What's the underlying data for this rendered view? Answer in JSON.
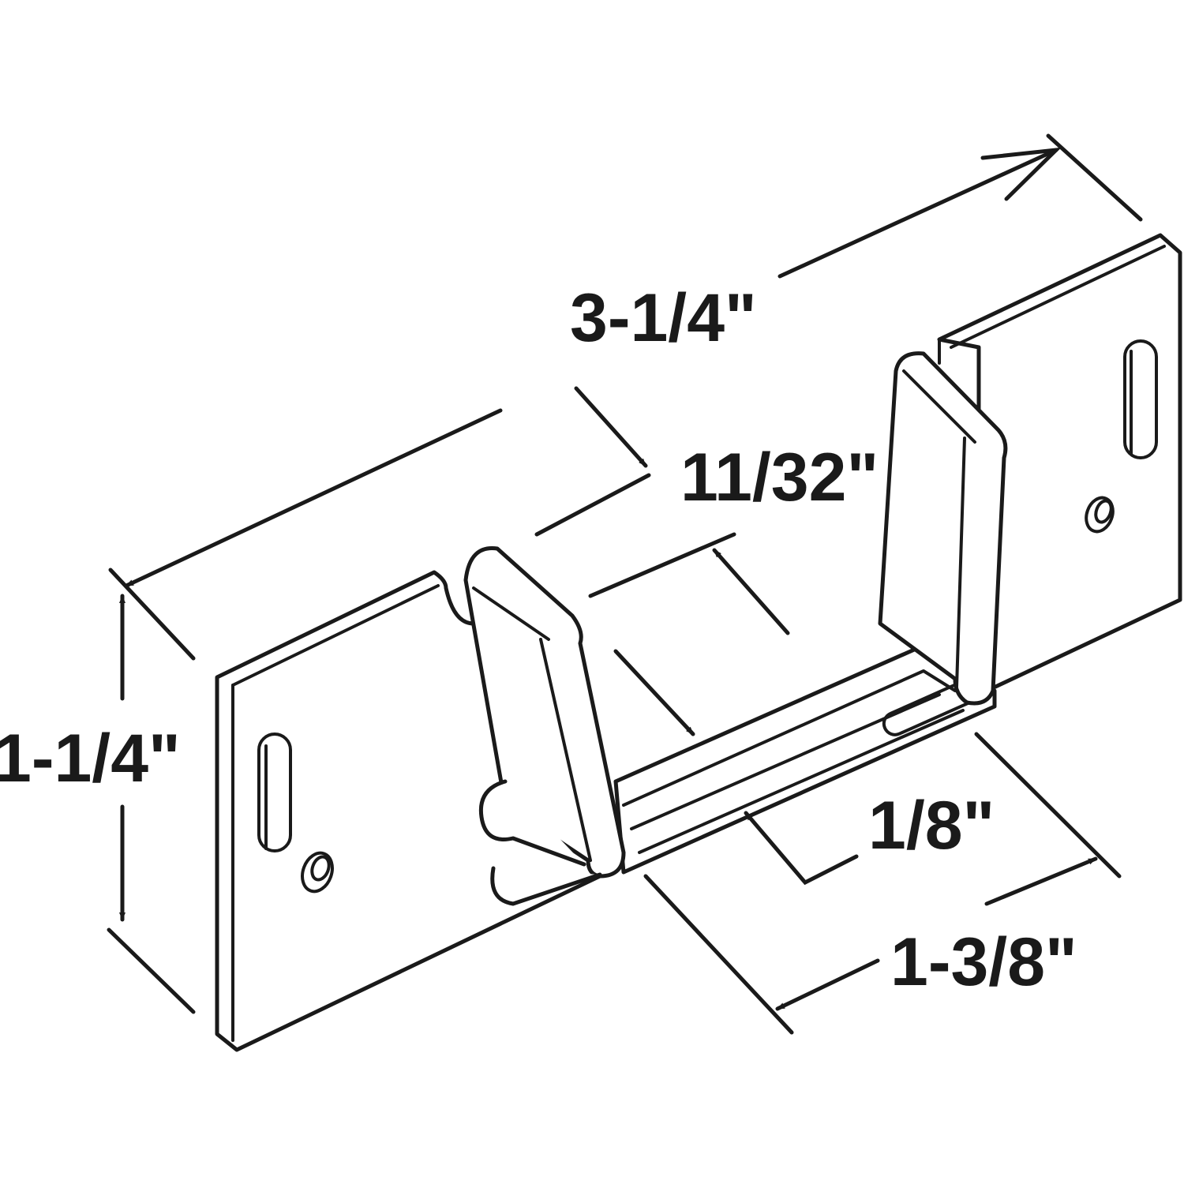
{
  "dimensions": {
    "length": "3-1/4\"",
    "height": "1-1/4\"",
    "lip": "11/32\"",
    "thickness": "1/8\"",
    "depth": "1-3/8\""
  },
  "colors": {
    "line": "#1a1a1a",
    "background": "#ffffff"
  }
}
